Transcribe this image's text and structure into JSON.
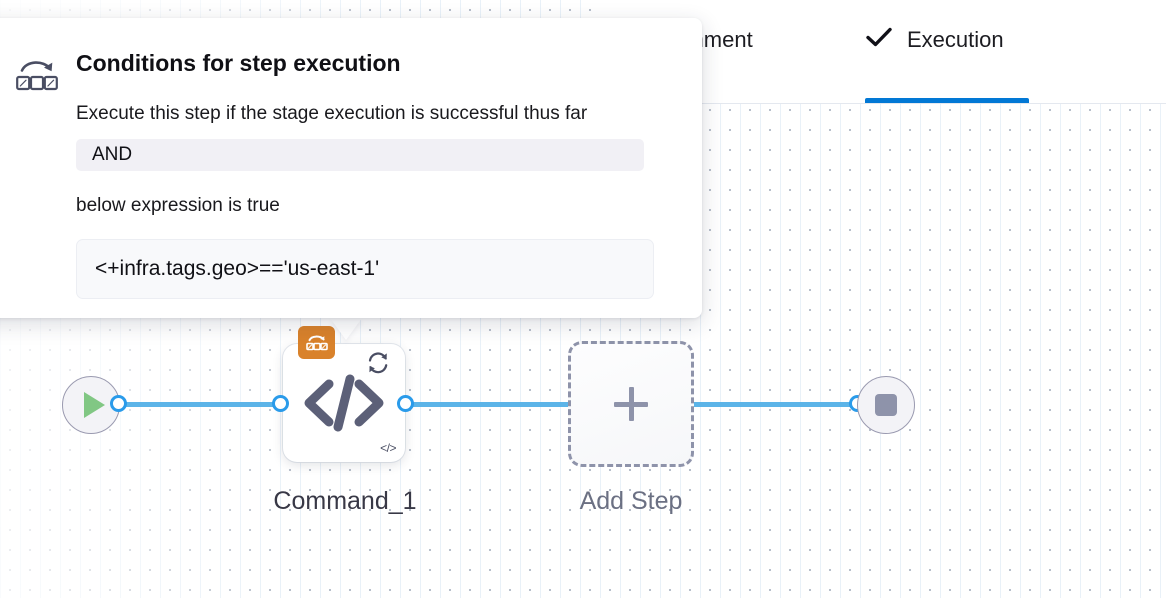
{
  "colors": {
    "accent_blue": "#0278d5",
    "edge_blue": "#5cb4e8",
    "port_blue": "#2a9bea",
    "badge_orange": "#d9822b",
    "play_green": "#81c784",
    "stop_gray": "#8e93aa",
    "grid_dot": "#b7bfcb"
  },
  "tabs": [
    {
      "id": "environment",
      "label": "ronment",
      "full_label": "Environment",
      "active": false,
      "icon": null
    },
    {
      "id": "execution",
      "label": "Execution",
      "full_label": "Execution",
      "active": true,
      "icon": "check-icon"
    }
  ],
  "popover": {
    "icon": "command-shell-icon",
    "title": "Conditions for step execution",
    "subtitle": "Execute this step if the stage execution is successful thus far",
    "operator_value": "AND",
    "expression_note": "below expression is true",
    "expression_value": "<+infra.tags.geo>=='us-east-1'"
  },
  "pipeline": {
    "start_node": {
      "icon": "play-icon",
      "name": "start-node"
    },
    "end_node": {
      "icon": "stop-icon",
      "name": "end-node"
    },
    "steps": [
      {
        "id": "command-1",
        "label": "Command_1",
        "main_icon": "code-brackets-icon",
        "badge_icon": "command-shell-icon",
        "loop_icon": "loop-retry-icon",
        "corner_icon": "code-brackets-small-icon"
      }
    ],
    "add_step": {
      "label": "Add Step",
      "icon": "plus-icon"
    }
  }
}
